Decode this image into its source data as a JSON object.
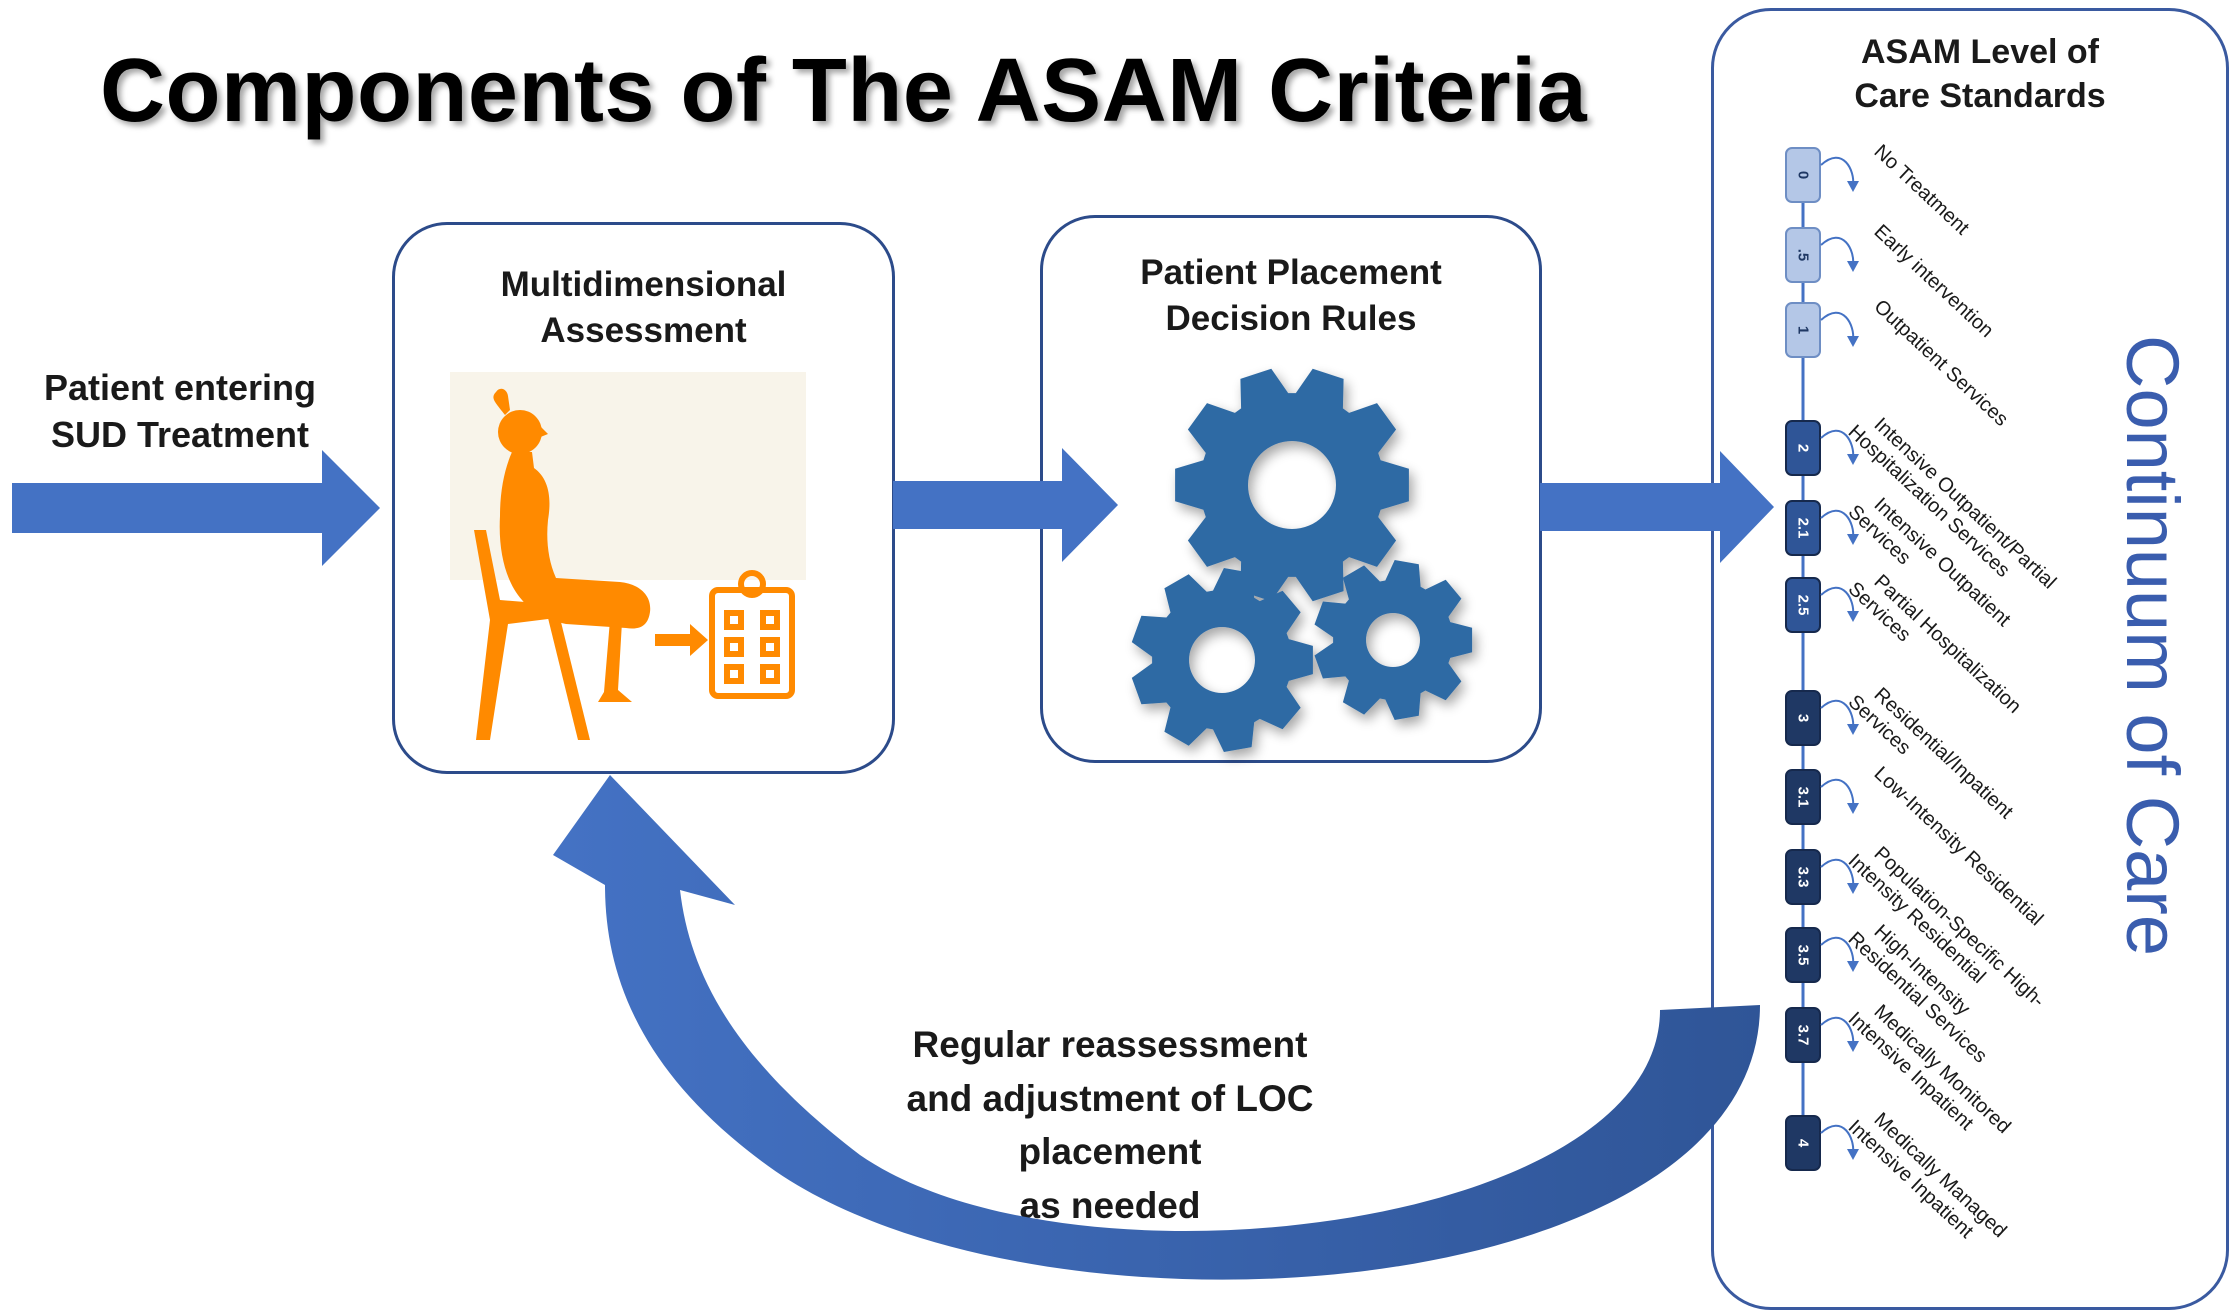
{
  "title": "Components of The ASAM Criteria",
  "entry": {
    "line1": "Patient entering",
    "line2": "SUD Treatment"
  },
  "assessment": {
    "line1": "Multidimensional",
    "line2": "Assessment"
  },
  "decision": {
    "line1": "Patient Placement",
    "line2": "Decision Rules"
  },
  "feedback": {
    "line1": "Regular reassessment",
    "line2": "and adjustment of LOC placement",
    "line3": "as needed"
  },
  "loc_panel": {
    "title_line1": "ASAM Level of",
    "title_line2": "Care Standards",
    "side_label": "Continuum of Care",
    "levels": [
      {
        "code": "0",
        "tier": "light",
        "lines": [
          "No Treatment"
        ]
      },
      {
        "code": ".5",
        "tier": "light",
        "lines": [
          "Early intervention"
        ]
      },
      {
        "code": "1",
        "tier": "light",
        "lines": [
          "Outpatient Services"
        ]
      },
      {
        "code": "2",
        "tier": "mid",
        "lines": [
          "Intensive Outpatient/Partial",
          "Hospitalization Services"
        ]
      },
      {
        "code": "2.1",
        "tier": "mid",
        "lines": [
          "Intensive Outpatient",
          "Services"
        ]
      },
      {
        "code": "2.5",
        "tier": "mid",
        "lines": [
          "Partial Hospitalization",
          "Services"
        ]
      },
      {
        "code": "3",
        "tier": "dark",
        "lines": [
          "Residential/Inpatient",
          "Services"
        ]
      },
      {
        "code": "3.1",
        "tier": "dark",
        "lines": [
          "Low-Intensity Residential"
        ]
      },
      {
        "code": "3.3",
        "tier": "dark",
        "lines": [
          "Population-Specific High-",
          "Intensity Residential"
        ]
      },
      {
        "code": "3.5",
        "tier": "dark",
        "lines": [
          "High-Intensity",
          "Residential Services"
        ]
      },
      {
        "code": "3.7",
        "tier": "dark",
        "lines": [
          "Medically Monitored",
          "Intensive Inpatient"
        ]
      },
      {
        "code": "4",
        "tier": "dark",
        "lines": [
          "Medically Managed",
          "Intensive Inpatient"
        ]
      }
    ]
  },
  "colors": {
    "arrow_blue": "#4472c4",
    "arrow_dark": "#2f5597",
    "box_border": "#2c4b8a",
    "gear_blue": "#2e6aa4",
    "figure_orange": "#ff8a00",
    "tier_light": "#b4c7e7",
    "tier_mid": "#2f5597",
    "tier_dark": "#1f3864",
    "side_label": "#3a5dae"
  }
}
